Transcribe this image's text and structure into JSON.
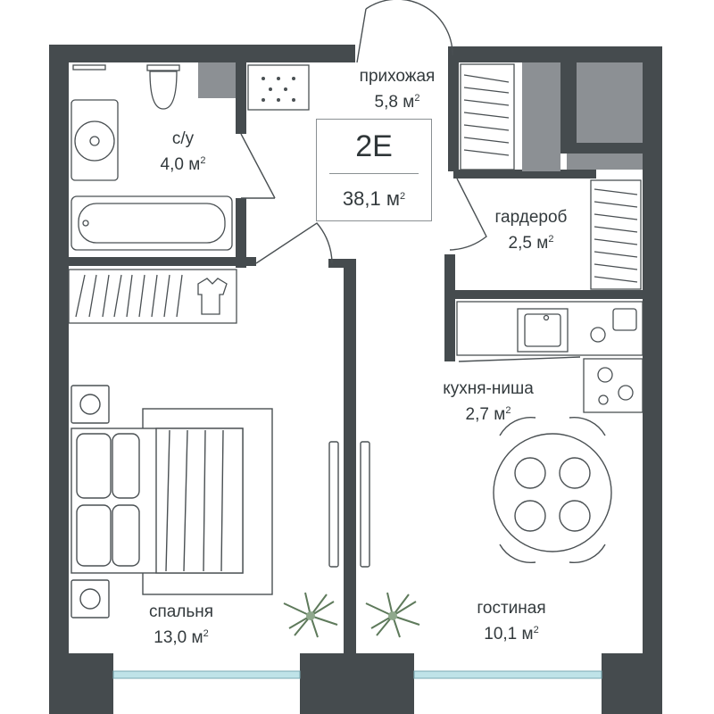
{
  "apartment": {
    "code": "2E",
    "total_area_value": "38,1 м",
    "area_exponent": "2"
  },
  "rooms": [
    {
      "id": "hallway",
      "name": "прихожая",
      "area": "5,8 м",
      "exp": "2"
    },
    {
      "id": "bathroom",
      "name": "с/у",
      "area": "4,0 м",
      "exp": "2"
    },
    {
      "id": "wardrobe",
      "name": "гардероб",
      "area": "2,5 м",
      "exp": "2"
    },
    {
      "id": "kitchen",
      "name": "кухня-ниша",
      "area": "2,7 м",
      "exp": "2"
    },
    {
      "id": "bedroom",
      "name": "спальня",
      "area": "13,0 м",
      "exp": "2"
    },
    {
      "id": "living",
      "name": "гостиная",
      "area": "10,1 м",
      "exp": "2"
    }
  ],
  "colors": {
    "wall": "#454b4e",
    "fixture_gray": "#8c9094",
    "line": "#4a5053",
    "window": "#bfe3e8",
    "plant": "#8fa88c"
  }
}
